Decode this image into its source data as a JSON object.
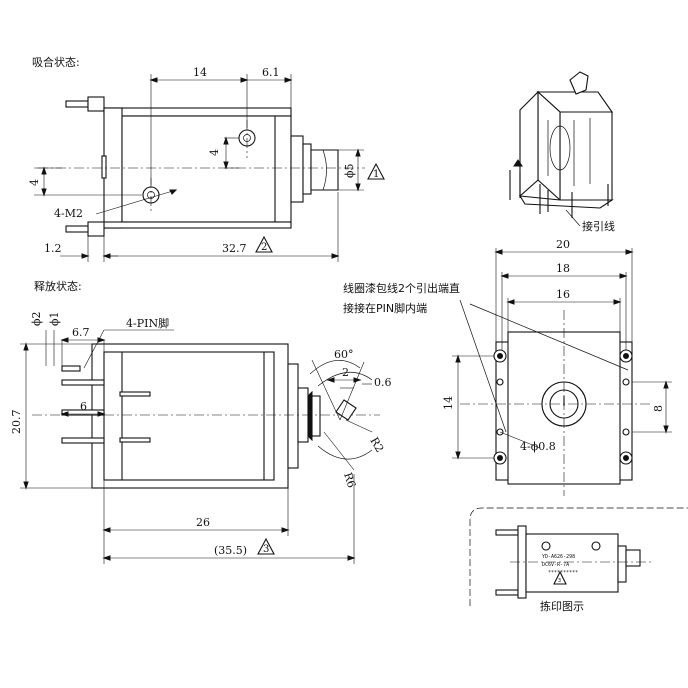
{
  "views": {
    "closed_state_label": "吸合状态:",
    "released_state_label": "释放状态:",
    "print_label": "拣印图示",
    "lead_wire_label": "接引线",
    "coil_note_line1": "线圈漆包线2个引出端直",
    "coil_note_line2": "接接在PIN脚内端"
  },
  "closed_dims": {
    "d14": "14",
    "d6_1": "6.1",
    "d4_hole": "4",
    "d4_left": "4",
    "phi5": "ϕ5",
    "m2": "4-M2",
    "d1_2": "1.2",
    "d32_7": "32.7",
    "ref_mark_2": "2",
    "ref_mark_1": "1"
  },
  "released_dims": {
    "phi2": "ϕ2",
    "phi1": "ϕ1",
    "d6_7": "6.7",
    "pin": "4-PIN脚",
    "d6": "6",
    "d20_7": "20.7",
    "angle60": "60°",
    "d2": "2",
    "d0_6": "0.6",
    "r2": "R2",
    "r6": "R6",
    "d26": "26",
    "d35_5": "(35.5)",
    "ref_mark_3": "3"
  },
  "end_dims": {
    "d20": "20",
    "d18": "18",
    "d16": "16",
    "d14": "14",
    "d8": "8",
    "holes": "4-ϕ0.8"
  },
  "print_detail": {
    "line1": "YD-A626-298",
    "line2": "DC6V-R-7A",
    "line3": "**********",
    "ref_mark": "3"
  }
}
